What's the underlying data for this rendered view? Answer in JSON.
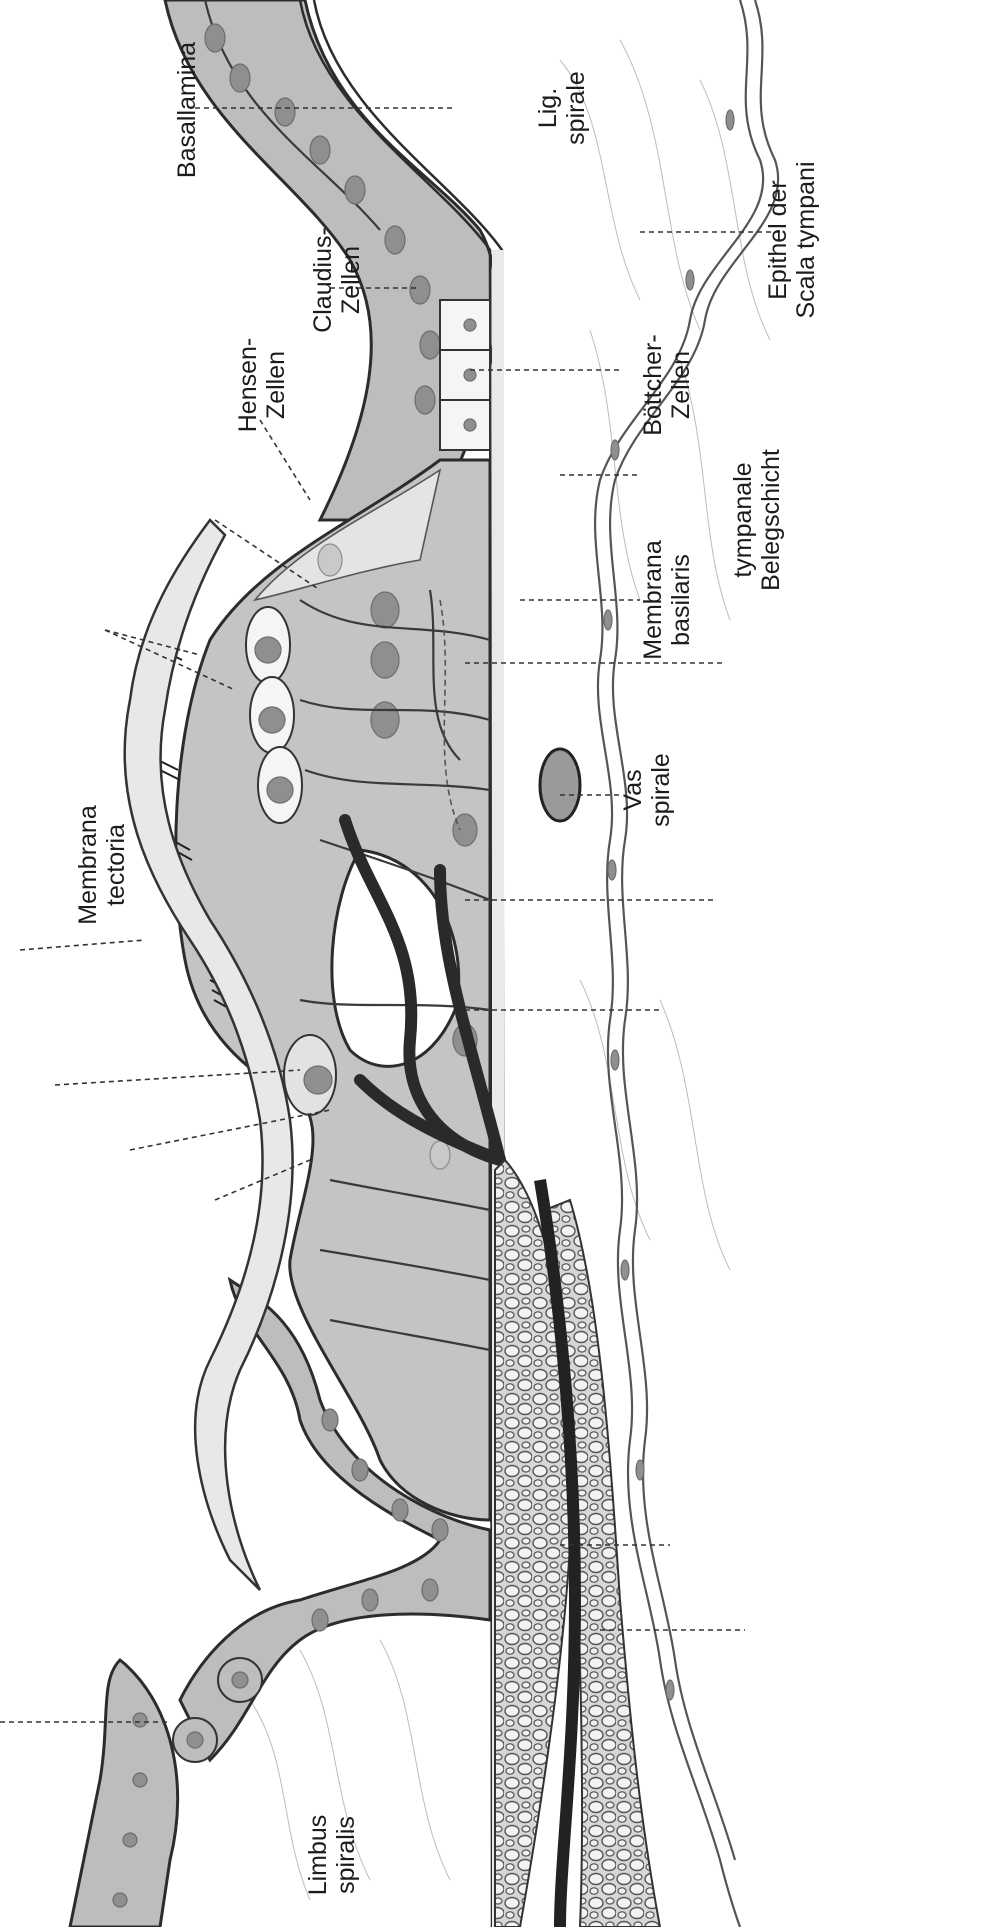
{
  "diagram": {
    "labels": {
      "basallamina": "Basallamina",
      "lig_spirale": [
        "Lig.",
        "spirale"
      ],
      "claudius": [
        "Claudius-",
        "Zellen"
      ],
      "epithel_scala": [
        "Epithel der",
        "Scala tympani"
      ],
      "hensen": [
        "Hensen-",
        "Zellen"
      ],
      "boettcher": [
        "Böttcher-",
        "Zellen"
      ],
      "tympanale": [
        "tympanale",
        "Belegschicht"
      ],
      "membrana_basilaris": [
        "Membrana",
        "basilaris"
      ],
      "membrana_tectoria": [
        "Membrana",
        "tectoria"
      ],
      "vas_spirale": [
        "Vas",
        "spirale"
      ],
      "limbus_spiralis": [
        "Limbus",
        "spiralis"
      ]
    },
    "colors": {
      "background": "#ffffff",
      "tissue_gray": "#c4c4c4",
      "tissue_light": "#e4e4e4",
      "tissue_dark": "#a9a9a9",
      "nucleus": "#8f8f8f",
      "nerve": "#2a2a2a",
      "vessel": "#9a9a9a"
    }
  }
}
